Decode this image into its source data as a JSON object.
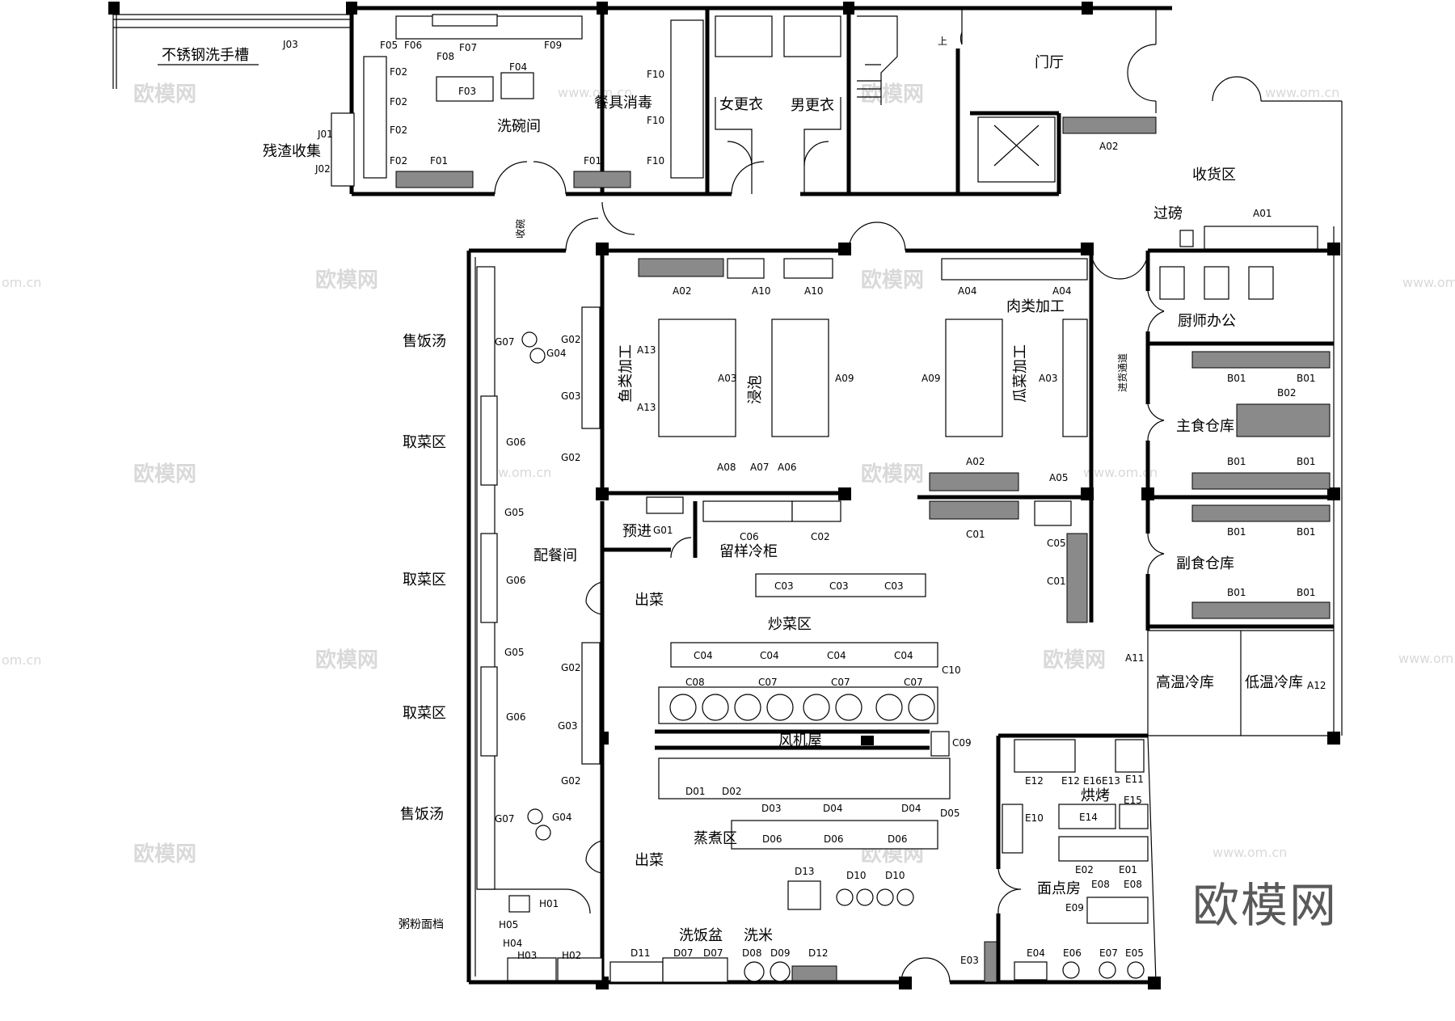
{
  "plan": {
    "rooms": [
      {
        "id": "sink",
        "text": "不锈钢洗手槽"
      },
      {
        "id": "residue",
        "text": "残渣收集"
      },
      {
        "id": "dishwash",
        "text": "洗碗间"
      },
      {
        "id": "disinfect",
        "text": "餐具消毒"
      },
      {
        "id": "female",
        "text": "女更衣"
      },
      {
        "id": "male",
        "text": "男更衣"
      },
      {
        "id": "lobby",
        "text": "门厅"
      },
      {
        "id": "receiving",
        "text": "收货区"
      },
      {
        "id": "weigh",
        "text": "过磅"
      },
      {
        "id": "fish",
        "text": "鱼类加工"
      },
      {
        "id": "meat",
        "text": "肉类加工"
      },
      {
        "id": "soak",
        "text": "浸泡"
      },
      {
        "id": "veg",
        "text": "瓜菜加工"
      },
      {
        "id": "chef_office",
        "text": "厨师办公"
      },
      {
        "id": "staple_store",
        "text": "主食仓库"
      },
      {
        "id": "side_store",
        "text": "副食仓库"
      },
      {
        "id": "pre_entry",
        "text": "预进"
      },
      {
        "id": "sample_fridge",
        "text": "留样冷柜"
      },
      {
        "id": "serving",
        "text": "配餐间"
      },
      {
        "id": "out1",
        "text": "出菜"
      },
      {
        "id": "out2",
        "text": "出菜"
      },
      {
        "id": "stirfry",
        "text": "炒菜区"
      },
      {
        "id": "hi_cold",
        "text": "高温冷库"
      },
      {
        "id": "lo_cold",
        "text": "低温冷库"
      },
      {
        "id": "fan_room",
        "text": "风机屋"
      },
      {
        "id": "bake",
        "text": "烘烤"
      },
      {
        "id": "steam",
        "text": "蒸煮区"
      },
      {
        "id": "pastry",
        "text": "面点房"
      },
      {
        "id": "wash_pot",
        "text": "洗饭盆"
      },
      {
        "id": "wash_rice",
        "text": "洗米"
      }
    ],
    "side_labels": [
      "售饭汤",
      "取菜区",
      "取菜区",
      "取菜区",
      "售饭汤",
      "粥粉面档"
    ],
    "vertical_labels": {
      "collect": "收碗",
      "passage": "进货通道"
    },
    "codes": {
      "F05": "F05",
      "F06": "F06",
      "F07": "F07",
      "F08": "F08",
      "F09": "F09",
      "F02": "F02",
      "F03": "F03",
      "F04": "F04",
      "F01": "F01",
      "F10": "F10",
      "J01": "J01",
      "J02": "J02",
      "J03": "J03",
      "A01": "A01",
      "A02": "A02",
      "A03": "A03",
      "A04": "A04",
      "A05": "A05",
      "A06": "A06",
      "A07": "A07",
      "A08": "A08",
      "A09": "A09",
      "A10": "A10",
      "A11": "A11",
      "A12": "A12",
      "A13": "A13",
      "B01": "B01",
      "B02": "B02",
      "C01": "C01",
      "C02": "C02",
      "C03": "C03",
      "C04": "C04",
      "C05": "C05",
      "C06": "C06",
      "C07": "C07",
      "C08": "C08",
      "C09": "C09",
      "C10": "C10",
      "D01": "D01",
      "D02": "D02",
      "D03": "D03",
      "D04": "D04",
      "D05": "D05",
      "D06": "D06",
      "D07": "D07",
      "D08": "D08",
      "D09": "D09",
      "D10": "D10",
      "D11": "D11",
      "D12": "D12",
      "D13": "D13",
      "E01": "E01",
      "E02": "E02",
      "E03": "E03",
      "E04": "E04",
      "E05": "E05",
      "E06": "E06",
      "E07": "E07",
      "E08": "E08",
      "E09": "E09",
      "E10": "E10",
      "E11": "E11",
      "E12": "E12",
      "E13": "E13",
      "E14": "E14",
      "E15": "E15",
      "E16": "E16",
      "G01": "G01",
      "G02": "G02",
      "G03": "G03",
      "G04": "G04",
      "G05": "G05",
      "G06": "G06",
      "G07": "G07",
      "H01": "H01",
      "H02": "H02",
      "H03": "H03",
      "H04": "H04",
      "H05": "H05"
    },
    "stair_up": "上",
    "watermark": "欧模网",
    "watermark_url": "www.om.cn",
    "watermark_edge": "om.cn",
    "brand": "欧模网"
  }
}
